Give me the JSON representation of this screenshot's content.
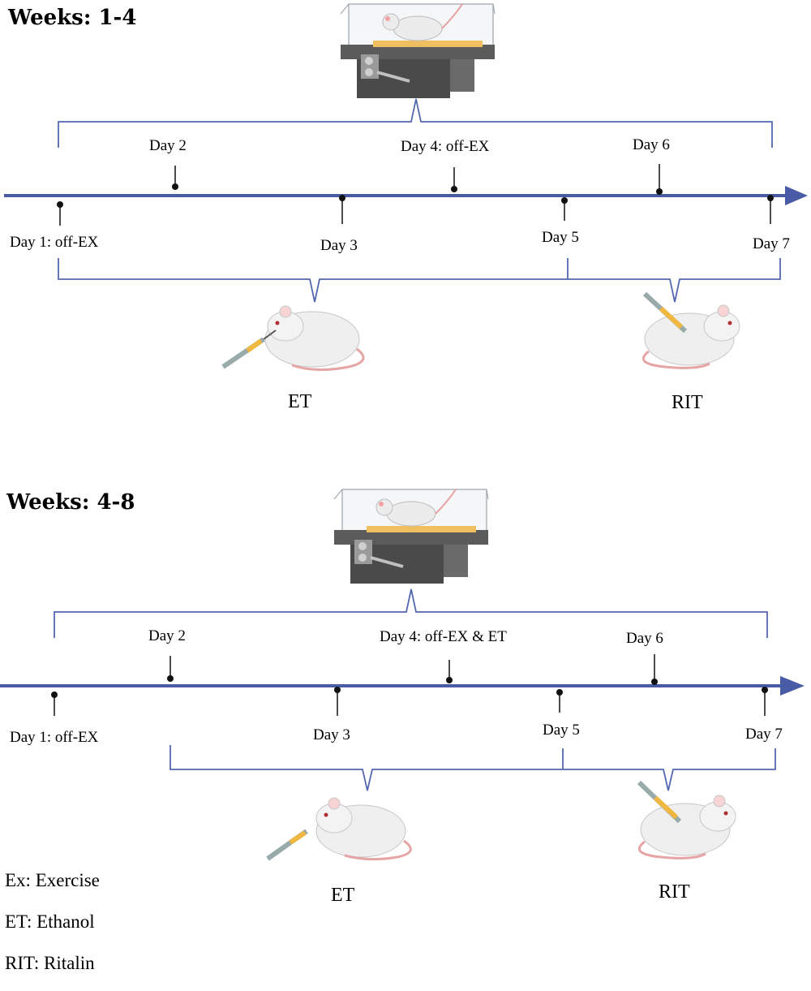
{
  "panels": [
    {
      "title": "Weeks: 1-4",
      "days": {
        "d1": "Day 1: off-EX",
        "d2": "Day 2",
        "d3": "Day 3",
        "d4": "Day 4: off-EX",
        "d5": "Day 5",
        "d6": "Day 6",
        "d7": "Day 7"
      },
      "groups": {
        "left": "ET",
        "right": "RIT"
      }
    },
    {
      "title": "Weeks: 4-8",
      "days": {
        "d1": "Day 1: off-EX",
        "d2": "Day 2",
        "d3": "Day 3",
        "d4": "Day 4: off-EX & ET",
        "d5": "Day 5",
        "d6": "Day 6",
        "d7": "Day 7"
      },
      "groups": {
        "left": "ET",
        "right": "RIT"
      }
    }
  ],
  "legend": [
    "Ex: Exercise",
    "ET: Ethanol",
    "RIT: Ritalin"
  ],
  "colors": {
    "timeline": "#4A5BA6",
    "bracket": "#5468B0",
    "tick": "#111111"
  },
  "icons": [
    "treadmill-icon",
    "rat-icon",
    "syringe-icon"
  ]
}
